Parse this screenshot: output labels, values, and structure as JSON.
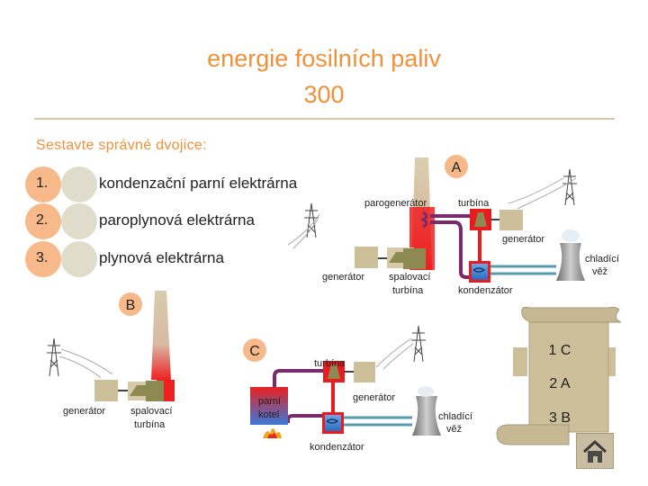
{
  "slide": {
    "title": "energie fosilních paliv",
    "score": "300",
    "prompt": "Sestavte správné dvojice:"
  },
  "items": [
    {
      "number": "1.",
      "label": "kondenzační parní elektrárna"
    },
    {
      "number": "2.",
      "label": "paroplynová elektrárna"
    },
    {
      "number": "3.",
      "label": "plynová elektrárna"
    }
  ],
  "diagrams": {
    "A": {
      "badge": "A",
      "parogenerator": "parogenerátor",
      "turbina": "turbína",
      "generator_top": "generátor",
      "chladici_1": "chladící",
      "chladici_2": "věž",
      "generator_bottom": "generátor",
      "spalovaci_1": "spalovací",
      "spalovaci_2": "turbína",
      "kondenzator": "kondenzátor"
    },
    "B": {
      "badge": "B",
      "generator": "generátor",
      "spalovaci_1": "spalovací",
      "spalovaci_2": "turbína"
    },
    "C": {
      "badge": "C",
      "turbina": "turbína",
      "generator": "generátor",
      "kotel_1": "parní",
      "kotel_2": "kotel",
      "chladici_1": "chladící",
      "chladici_2": "věž",
      "kondenzator": "kondenzátor"
    }
  },
  "answers": [
    "1 C",
    "2 A",
    "3 B"
  ],
  "colors": {
    "accent": "#f0903a",
    "pipe": "#7a2a6a",
    "water": "#5a9ab0",
    "equipment": "#cdbf99",
    "hot": "#e81c1c"
  },
  "icons": {
    "home": "home-icon",
    "fire": "fire-icon"
  }
}
